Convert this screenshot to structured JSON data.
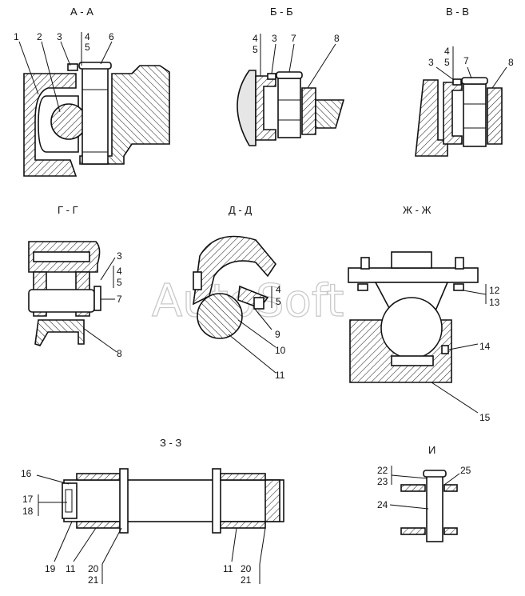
{
  "sections": {
    "aa": "А - А",
    "bb": "Б - Б",
    "vv": "В - В",
    "gg": "Г - Г",
    "dd": "Д - Д",
    "zhzh": "Ж - Ж",
    "zz": "З - З",
    "i": "И"
  },
  "watermark": "AutoSoft",
  "callouts": {
    "aa": [
      "1",
      "2",
      "3",
      "4",
      "5",
      "6"
    ],
    "bb": [
      "4",
      "5",
      "3",
      "7",
      "8"
    ],
    "vv": [
      "4",
      "5",
      "3",
      "7",
      "8"
    ],
    "gg": [
      "3",
      "4",
      "5",
      "7",
      "8"
    ],
    "dd": [
      "4",
      "5",
      "9",
      "10",
      "11"
    ],
    "zhzh": [
      "12",
      "13",
      "14",
      "15"
    ],
    "zz": [
      "16",
      "17",
      "18",
      "19",
      "11",
      "20",
      "21",
      "11",
      "20",
      "21"
    ],
    "i": [
      "22",
      "23",
      "25",
      "24"
    ]
  }
}
